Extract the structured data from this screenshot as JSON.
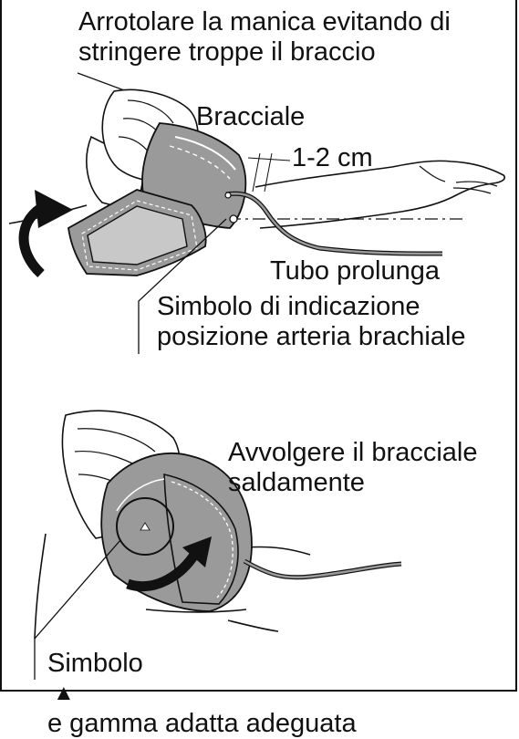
{
  "figure": {
    "instruction_top_line1": "Arrotolare la manica evitando di",
    "instruction_top_line2": "stringere troppe il braccio",
    "cuff_label": "Bracciale",
    "distance_label": "1-2 cm",
    "tube_label": "Tubo prolunga",
    "artery_symbol_line1": "Simbolo di indicazione",
    "artery_symbol_line2": "posizione arteria brachiale",
    "wrap_line1": "Avvolgere il bracciale",
    "wrap_line2": "saldamente",
    "bottom_symbol_prefix": "Simbolo",
    "bottom_symbol_glyph": "▲",
    "bottom_symbol_suffix": "e gamma adatta adeguata"
  },
  "colors": {
    "cuff_gray": "#9a9a9a",
    "cuff_dark": "#6e6e6e",
    "outline": "#111111",
    "arrow": "#111111"
  }
}
